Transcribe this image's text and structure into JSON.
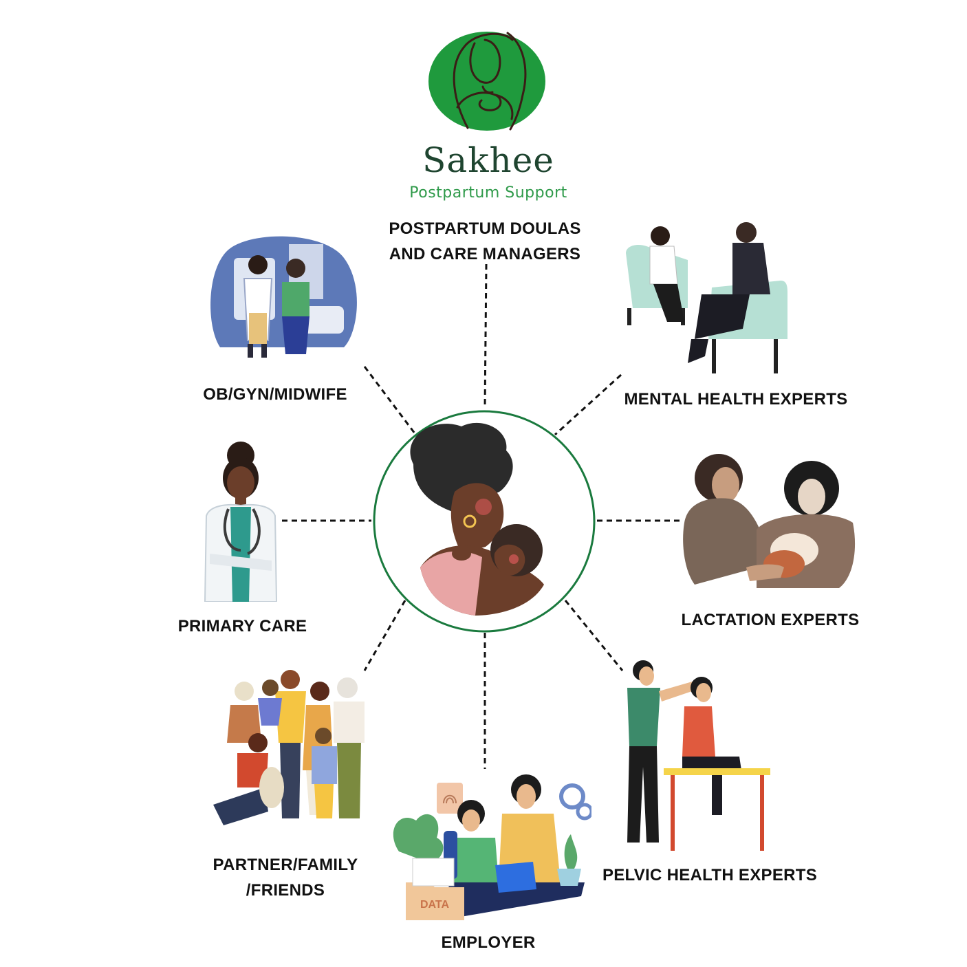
{
  "logo": {
    "name": "Sakhee",
    "tagline": "Postpartum Support",
    "accent_color": "#1f9a3d"
  },
  "center": {
    "icon": "mother-baby-icon",
    "ring_color": "#1a7a3e"
  },
  "nodes": [
    {
      "id": "doulas",
      "lines": [
        "POSTPARTUM DOULAS",
        "AND CARE MANAGERS"
      ],
      "icon": "doula-icon"
    },
    {
      "id": "mental",
      "lines": [
        "MENTAL HEALTH EXPERTS"
      ],
      "icon": "therapy-session-icon"
    },
    {
      "id": "lactation",
      "lines": [
        "LACTATION EXPERTS"
      ],
      "icon": "lactation-support-icon"
    },
    {
      "id": "pelvic",
      "lines": [
        "PELVIC HEALTH EXPERTS"
      ],
      "icon": "physiotherapy-icon"
    },
    {
      "id": "employer",
      "lines": [
        "EMPLOYER"
      ],
      "icon": "office-desk-icon"
    },
    {
      "id": "family",
      "lines": [
        "PARTNER/FAMILY",
        "/FRIENDS"
      ],
      "icon": "family-group-icon"
    },
    {
      "id": "primary",
      "lines": [
        "PRIMARY CARE"
      ],
      "icon": "doctor-icon"
    },
    {
      "id": "obgyn",
      "lines": [
        "OB/GYN/MIDWIFE"
      ],
      "icon": "clinic-visit-icon"
    }
  ],
  "illustration_text": {
    "data_folder": "DATA"
  }
}
